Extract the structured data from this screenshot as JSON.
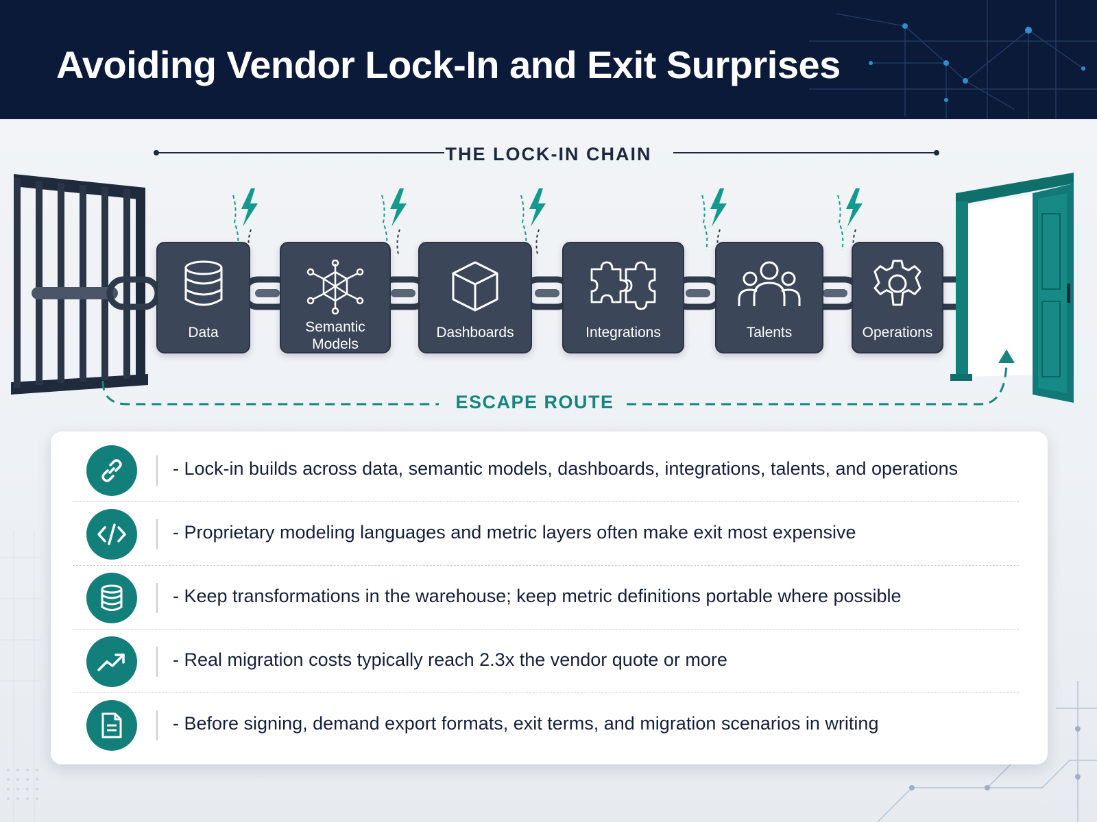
{
  "title": "Avoiding Vendor Lock-In and Exit Surprises",
  "chain": {
    "title": "THE LOCK-IN CHAIN",
    "nodes": [
      {
        "label": "Data",
        "icon": "database-icon"
      },
      {
        "label": "Semantic\nModels",
        "icon": "network-graph-icon"
      },
      {
        "label": "Dashboards",
        "icon": "cube-icon"
      },
      {
        "label": "Integrations",
        "icon": "puzzle-icon"
      },
      {
        "label": "Talents",
        "icon": "people-icon"
      },
      {
        "label": "Operations",
        "icon": "gear-icon"
      }
    ],
    "escape_label": "ESCAPE ROUTE"
  },
  "points": [
    {
      "icon": "link-icon",
      "text": "- Lock-in builds across data, semantic models, dashboards, integrations, talents, and operations"
    },
    {
      "icon": "code-icon",
      "text": "- Proprietary modeling languages and metric layers often make exit most expensive"
    },
    {
      "icon": "database-icon",
      "text": "- Keep transformations in the warehouse; keep metric definitions portable where possible"
    },
    {
      "icon": "trend-up-icon",
      "text": "- Real migration costs typically reach 2.3x the vendor quote or more"
    },
    {
      "icon": "document-icon",
      "text": "- Before signing, demand export formats, exit terms, and migration scenarios in writing"
    }
  ],
  "colors": {
    "header_bg": "#0c1a3a",
    "node_bg": "#3b4658",
    "accent_teal": "#17857c",
    "text_dark": "#14203a"
  }
}
